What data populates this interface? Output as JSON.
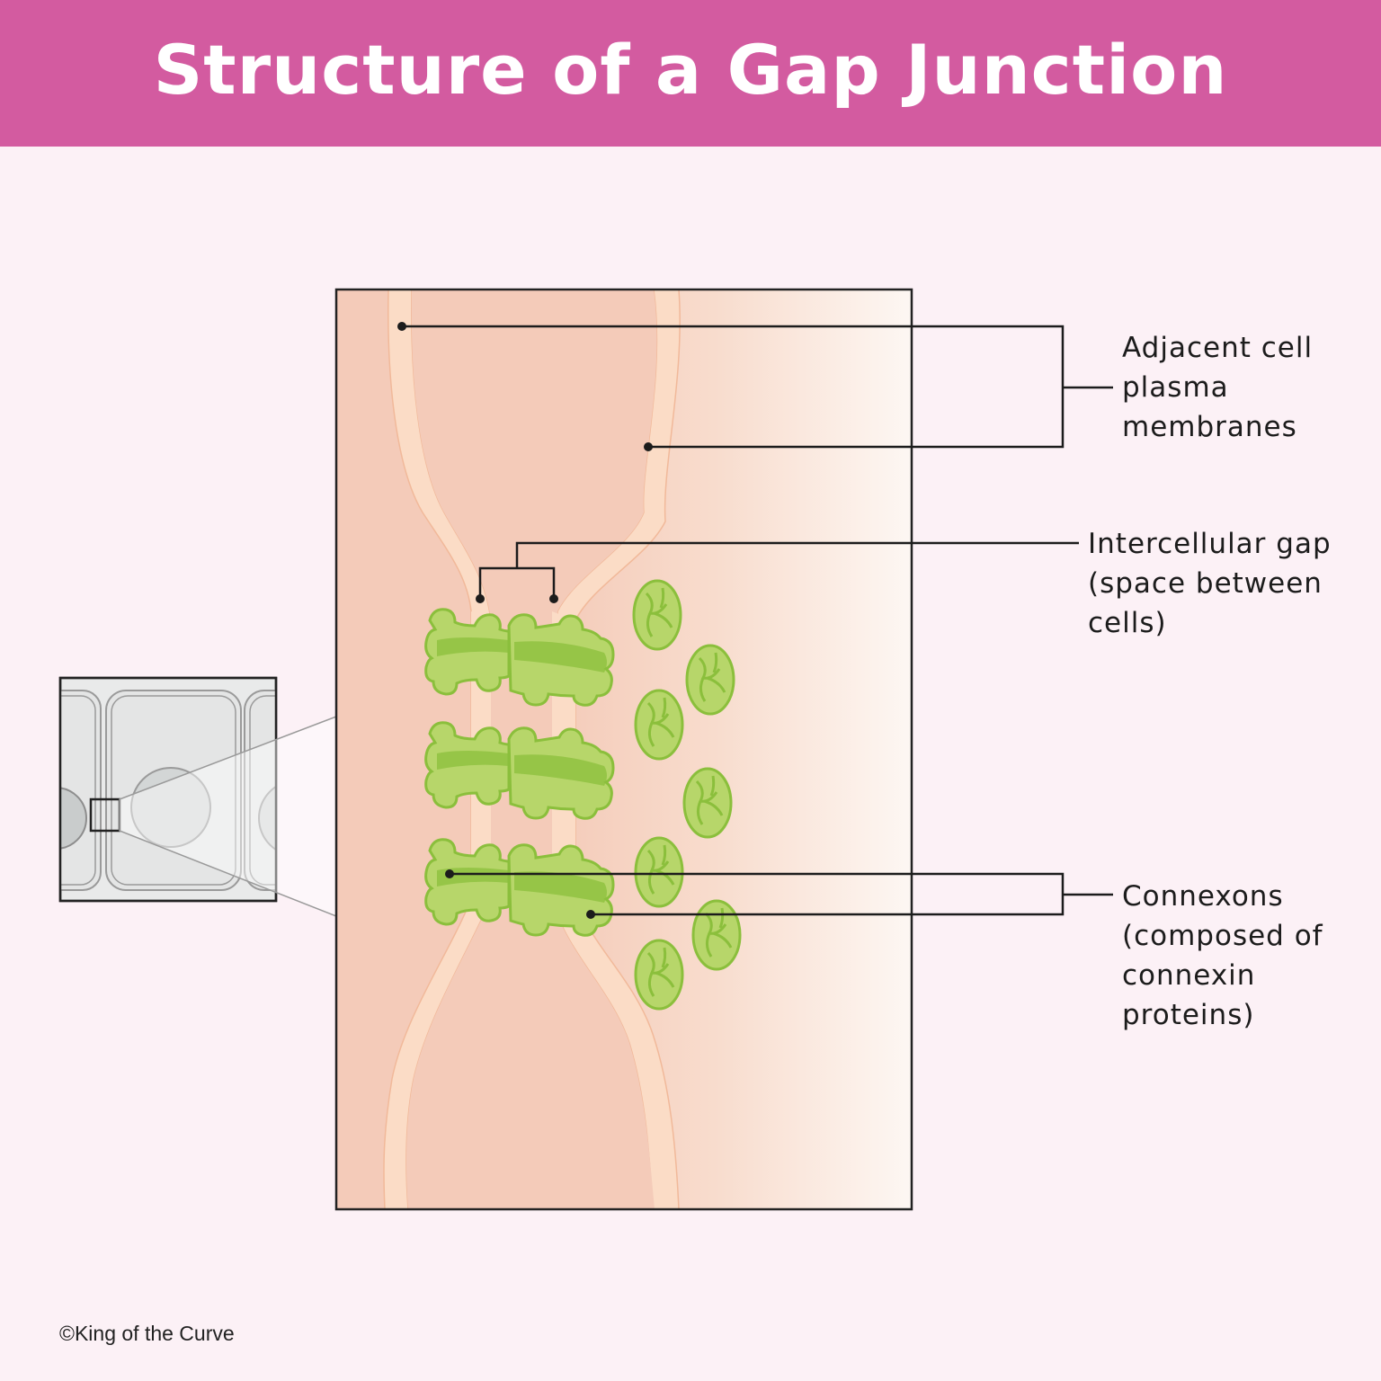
{
  "title": "Structure of a Gap Junction",
  "labels": {
    "membranes": [
      "Adjacent cell",
      "plasma",
      "membranes"
    ],
    "gap": [
      "Intercellular gap",
      "(space between",
      "cells)"
    ],
    "connexons": [
      "Connexons",
      "(composed of",
      "connexin",
      "proteins)"
    ]
  },
  "copyright": "©King of the Curve",
  "colors": {
    "header": "#d35ba0",
    "background": "#fcf1f6",
    "cytoplasm": "#f4cbb9",
    "membrane": "#fbdcc6",
    "connexon": "#b7d66a",
    "connexon_dark": "#8bbf3c"
  }
}
